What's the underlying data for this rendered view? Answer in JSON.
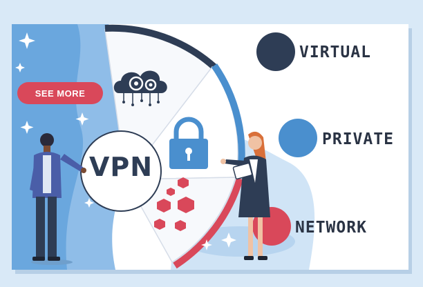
{
  "button": {
    "label": "SEE MORE"
  },
  "center": {
    "label": "VPN"
  },
  "words": [
    "VIRTUAL",
    "PRIVATE",
    "NETWORK"
  ],
  "colors": {
    "navy": "#2e3d55",
    "blue": "#4a8fce",
    "red": "#d9485a",
    "light_blue": "#8fbde8",
    "background": "#d9e9f7"
  },
  "icons": [
    "cloud-gears-icon",
    "padlock-icon",
    "hexagons-icon",
    "sparkle-icon"
  ]
}
